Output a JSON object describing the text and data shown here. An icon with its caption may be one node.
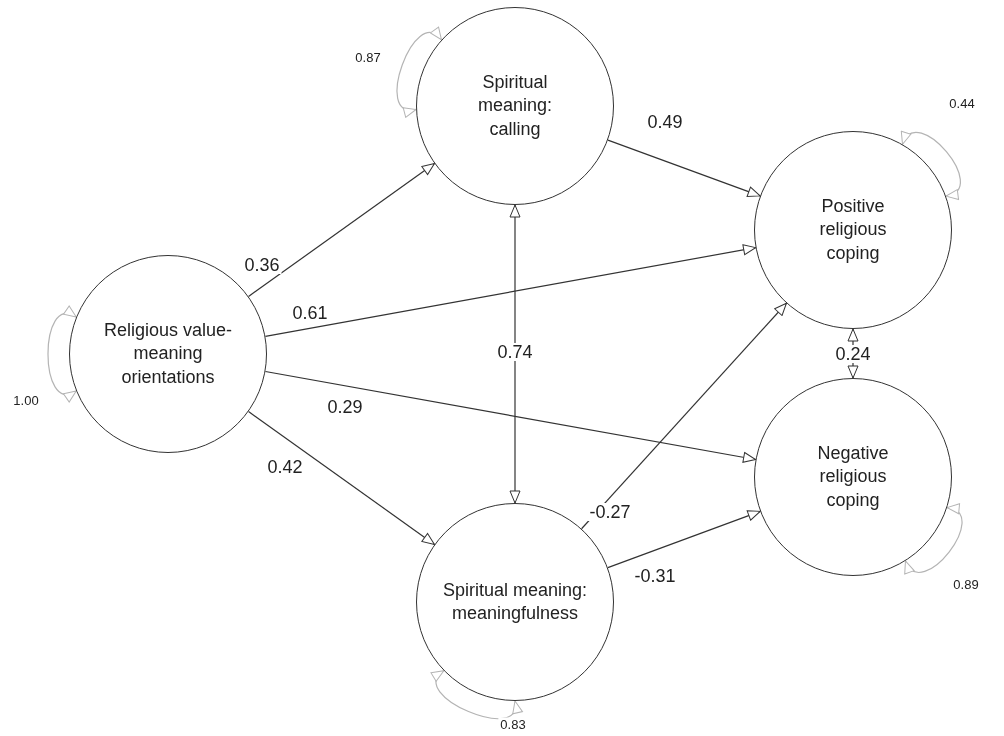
{
  "diagram": {
    "nodes": [
      {
        "text": [
          "Religious value-meaning orientations"
        ]
      },
      {
        "text": [
          "Spiritual meaning: calling"
        ]
      },
      {
        "text": [
          "Spiritual meaning: meaningfulness"
        ]
      },
      {
        "text": [
          "Positive religious coping"
        ]
      },
      {
        "text": [
          "Negative religious coping"
        ]
      }
    ],
    "edges": [
      {
        "from": 0,
        "to": 1,
        "arrow": "to",
        "label": "0.36"
      },
      {
        "from": 0,
        "to": 3,
        "arrow": "to",
        "label": "0.61"
      },
      {
        "from": 0,
        "to": 4,
        "arrow": "to",
        "label": "0.29"
      },
      {
        "from": 0,
        "to": 2,
        "arrow": "to",
        "label": "0.42"
      },
      {
        "from": 1,
        "to": 2,
        "arrow": "both",
        "label": "0.74"
      },
      {
        "from": 1,
        "to": 3,
        "arrow": "to",
        "label": "0.49"
      },
      {
        "from": 2,
        "to": 3,
        "arrow": "to",
        "label": "-0.27"
      },
      {
        "from": 2,
        "to": 4,
        "arrow": "to",
        "label": "-0.31"
      },
      {
        "from": 3,
        "to": 4,
        "arrow": "both",
        "label": "0.24"
      },
      {
        "from": 0,
        "to": 0,
        "arrow": "both",
        "label": "1.00",
        "color": "#b4b4b4"
      },
      {
        "from": 1,
        "to": 1,
        "arrow": "both",
        "label": "0.87",
        "color": "#b4b4b4"
      },
      {
        "from": 3,
        "to": 3,
        "arrow": "both",
        "label": "0.44",
        "color": "#b4b4b4"
      },
      {
        "from": 4,
        "to": 4,
        "arrow": "both",
        "label": "0.89",
        "color": "#b4b4b4"
      },
      {
        "from": 2,
        "to": 2,
        "arrow": "both",
        "label": "0.83",
        "color": "#b4b4b4"
      }
    ]
  }
}
